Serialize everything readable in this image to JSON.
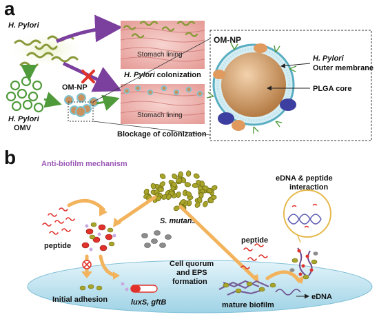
{
  "panel_a": {
    "letter": "a",
    "hp_top": "H. Pylori",
    "hp_omv_1": "H. Pylori",
    "hp_omv_2": "OMV",
    "omnp_small": "OM-NP",
    "stomach_lining_top": "Stomach lining",
    "colonization_italic": "H. Pylori",
    "colonization_rest": " colonization",
    "stomach_lining_bottom": "Stomach lining",
    "blockage": "Blockage of colonization",
    "inset_title": "OM-NP",
    "outer_membrane_1": "H. Pylori",
    "outer_membrane_2": "Outer membrane",
    "plga_core": "PLGA core"
  },
  "panel_b": {
    "letter": "b",
    "mechanism": "Anti-biofilm mechanism",
    "s_mutans": "S. mutans",
    "peptide_left": "peptide",
    "peptide_right": "peptide",
    "edna_interaction_1": "eDNA & peptide",
    "edna_interaction_2": "interaction",
    "quorum_1": "Cell quorum",
    "quorum_2": "and EPS",
    "quorum_3": "formation",
    "initial_adhesion": "Initial adhesion",
    "genes": "luxS, gftB",
    "mature_biofilm": "mature biofilm",
    "edna": "eDNA"
  },
  "colors": {
    "purple_arrow": "#7b3f9e",
    "green_arrow": "#4f9a3a",
    "orange_arrow": "#f2b35c",
    "red_x": "#e0322a",
    "core": "#c9925f",
    "membrane": "#7fc6d6",
    "surface": "#bfe4f1",
    "bacteria": "#a8a52a"
  }
}
